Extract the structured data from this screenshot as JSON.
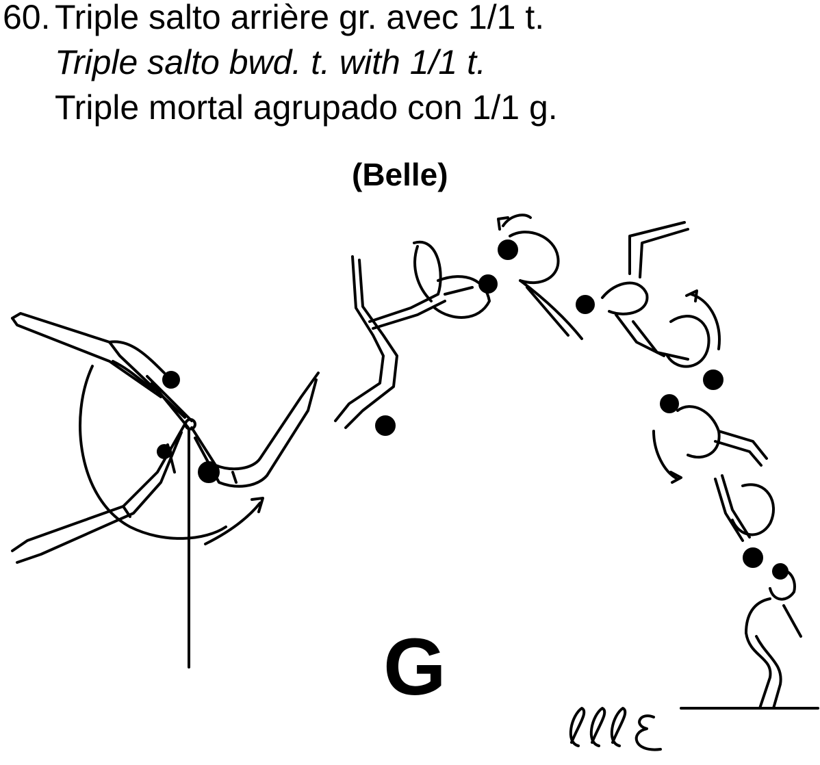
{
  "element": {
    "number": "60.",
    "name_fr": "Triple salto arrière gr. avec 1/1 t.",
    "name_en": "Triple salto bwd. t. with 1/1 t.",
    "name_es": "Triple mortal agrupado con 1/1 g."
  },
  "named_after": "(Belle)",
  "difficulty_value": "G",
  "symbol_notation": "ɭɭɭ ε"
}
